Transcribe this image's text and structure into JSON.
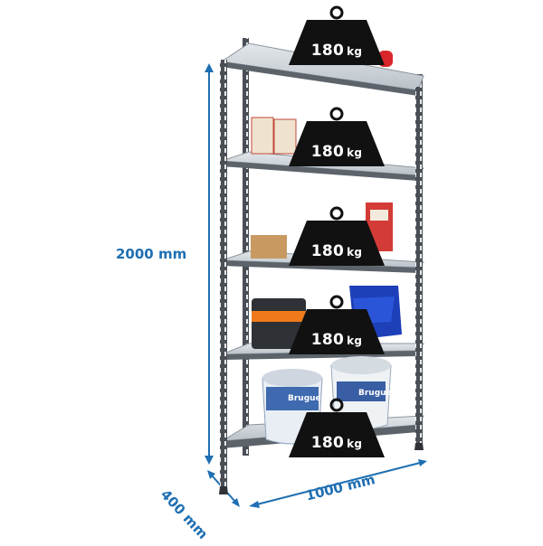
{
  "dimensions": {
    "height": "2000 mm",
    "depth": "400 mm",
    "width": "1000 mm"
  },
  "load_badges": [
    {
      "value": "180",
      "unit": "kg"
    },
    {
      "value": "180",
      "unit": "kg"
    },
    {
      "value": "180",
      "unit": "kg"
    },
    {
      "value": "180",
      "unit": "kg"
    },
    {
      "value": "180",
      "unit": "kg"
    }
  ],
  "products": {
    "bucket_brand_left": "Bruguer",
    "bucket_brand_right": "Bruguer"
  },
  "colors": {
    "dimension_accent": "#1f6fb2",
    "frame": "#4a4f55",
    "shelf": "#cfd5db",
    "weight": "#111111"
  }
}
